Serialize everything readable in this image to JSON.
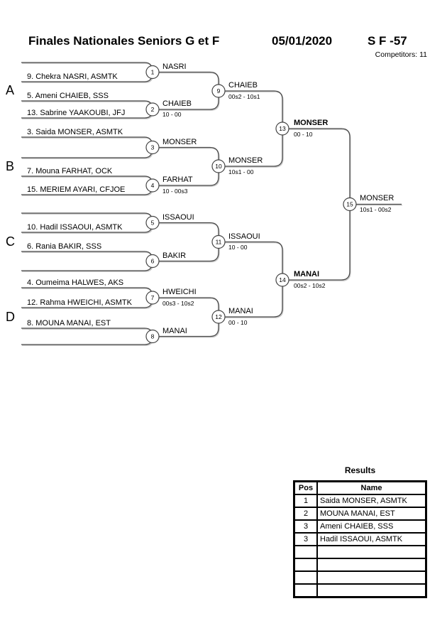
{
  "header": {
    "title": "Finales Nationales Seniors G et F",
    "date": "05/01/2020",
    "category": "S F -57",
    "competitors_note": "Competitors: 11"
  },
  "bracket": {
    "groups": [
      "A",
      "B",
      "C",
      "D"
    ],
    "entries": [
      "9. Chekra NASRI, ASMTK",
      "5. Ameni CHAIEB, SSS",
      "13. Sabrine YAAKOUBI, JFJ",
      "3. Saida MONSER, ASMTK",
      "7. Mouna FARHAT, OCK",
      "15. MERIEM AYARI, CFJOE",
      "10. Hadil ISSAOUI, ASMTK",
      "6. Rania BAKIR, SSS",
      "4. Oumeima HALWES, AKS",
      "12. Rahma HWEICHI, ASMTK",
      "8. MOUNA MANAI, EST"
    ],
    "matches": [
      {
        "n": "1",
        "winner": "NASRI",
        "score": ""
      },
      {
        "n": "2",
        "winner": "CHAIEB",
        "score": "10 - 00"
      },
      {
        "n": "3",
        "winner": "MONSER",
        "score": ""
      },
      {
        "n": "4",
        "winner": "FARHAT",
        "score": "10 - 00s3"
      },
      {
        "n": "5",
        "winner": "ISSAOUI",
        "score": ""
      },
      {
        "n": "6",
        "winner": "BAKIR",
        "score": ""
      },
      {
        "n": "7",
        "winner": "HWEICHI",
        "score": "00s3 - 10s2"
      },
      {
        "n": "8",
        "winner": "MANAI",
        "score": ""
      },
      {
        "n": "9",
        "winner": "CHAIEB",
        "score": "00s2 - 10s1"
      },
      {
        "n": "10",
        "winner": "MONSER",
        "score": "10s1 - 00"
      },
      {
        "n": "11",
        "winner": "ISSAOUI",
        "score": "10 - 00"
      },
      {
        "n": "12",
        "winner": "MANAI",
        "score": "00 - 10"
      },
      {
        "n": "13",
        "winner": "MONSER",
        "score": "00 - 10"
      },
      {
        "n": "14",
        "winner": "MANAI",
        "score": "00s2 - 10s2"
      },
      {
        "n": "15",
        "winner": "MONSER",
        "score": "10s1 - 00s2"
      }
    ]
  },
  "results": {
    "title": "Results",
    "columns": [
      "Pos",
      "Name"
    ],
    "rows": [
      {
        "pos": "1",
        "name": "Saida MONSER, ASMTK"
      },
      {
        "pos": "2",
        "name": "MOUNA MANAI, EST"
      },
      {
        "pos": "3",
        "name": "Ameni CHAIEB, SSS"
      },
      {
        "pos": "3",
        "name": "Hadil ISSAOUI, ASMTK"
      },
      {
        "pos": "",
        "name": ""
      },
      {
        "pos": "",
        "name": ""
      },
      {
        "pos": "",
        "name": ""
      },
      {
        "pos": "",
        "name": ""
      }
    ]
  }
}
